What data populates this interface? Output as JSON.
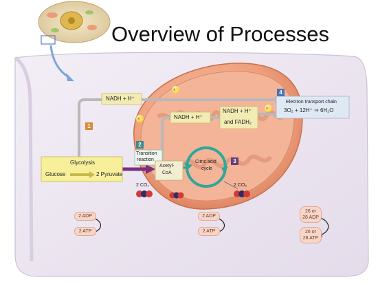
{
  "title": "Overview of Processes",
  "stages": {
    "badges": [
      "1",
      "2",
      "3",
      "4"
    ],
    "glycolysis": {
      "title": "Glycolysis",
      "glucose": "Glucose",
      "pyruvate": "2 Pyruvate"
    },
    "transition": {
      "line1": "Transition",
      "line2": "reaction"
    },
    "acetyl": {
      "line1": "Acetyl-",
      "line2": "CoA"
    },
    "citric": {
      "line1": "Citric acid",
      "line2": "cycle"
    },
    "etc": {
      "title": "Electron transport chain",
      "equation": "3O₂ + 12H⁺ ⇒ 6H₂O"
    }
  },
  "carriers": {
    "nadh_top": "NADH + H⁺",
    "nadh_mid": "NADH + H⁺",
    "nadh_right": "NADH + H⁺",
    "and_fadh": "and  FADH₂",
    "electron": "e⁻"
  },
  "co2": {
    "left": "2 CO₂",
    "right": "2 CO₂"
  },
  "atp": {
    "left_adp": "2 ADP",
    "left_atp": "2 ATP",
    "mid_adp": "2 ADP",
    "mid_atp": "2 ATP",
    "right_adp_1": "26 or",
    "right_adp_2": "28 ADP",
    "right_atp_1": "26 or",
    "right_atp_2": "28 ATP"
  },
  "colors": {
    "badge1": "#d98a3a",
    "badge2": "#3f8a8f",
    "badge3": "#6b3c78",
    "badge4": "#4a73b5",
    "glycolysis_box": "#f7ef9a",
    "mito_outer": "#ec9c78",
    "background": "#ece7f1"
  }
}
